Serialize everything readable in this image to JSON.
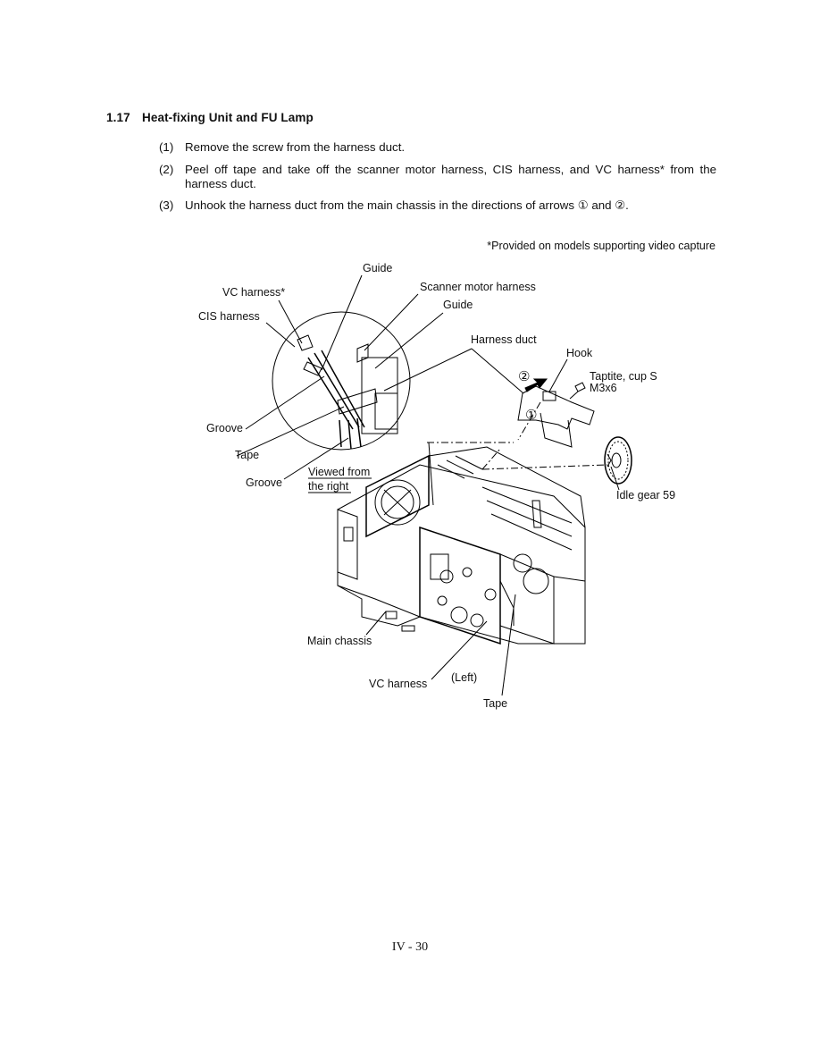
{
  "section": {
    "number": "1.17",
    "title": "Heat-fixing Unit and FU Lamp"
  },
  "steps": [
    {
      "n": "(1)",
      "text": "Remove the screw from the harness duct."
    },
    {
      "n": "(2)",
      "text": "Peel off tape and take off the scanner motor harness, CIS harness, and VC harness* from the harness duct."
    },
    {
      "n": "(3)",
      "text": "Unhook the harness duct from the main chassis in the directions of arrows ① and ②."
    }
  ],
  "footnote": "*Provided on models supporting video capture",
  "labels": {
    "guide_top": "Guide",
    "vc_harness_star": "VC harness*",
    "scanner_motor_harness": "Scanner motor harness",
    "guide_2": "Guide",
    "cis_harness": "CIS harness",
    "harness_duct": "Harness duct",
    "hook": "Hook",
    "circled_2": "②",
    "taptite_1": "Taptite, cup S",
    "taptite_2": "M3x6",
    "circled_1": "①",
    "groove_1": "Groove",
    "tape_1": "Tape",
    "groove_2": "Groove",
    "viewed_from_1": "Viewed from",
    "viewed_from_2": "the right",
    "idle_gear": "Idle gear 59",
    "main_chassis": "Main chassis",
    "left": "(Left)",
    "vc_harness": "VC harness",
    "tape_2": "Tape"
  },
  "page_number": "IV - 30"
}
